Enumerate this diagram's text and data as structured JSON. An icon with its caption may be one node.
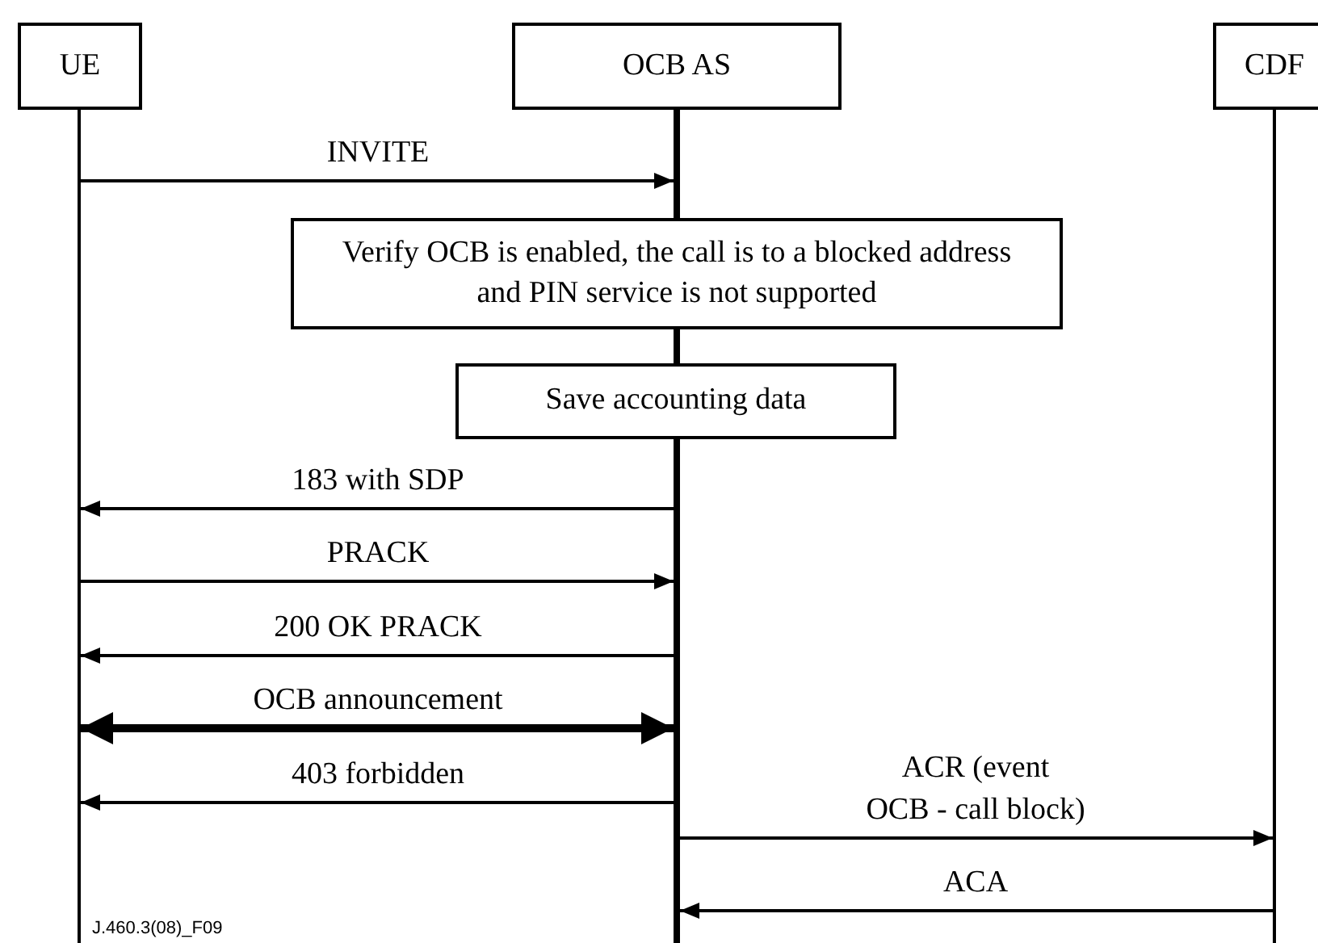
{
  "diagram": {
    "nodes": [
      {
        "text": [
          "UE"
        ]
      },
      {
        "text": [
          "OCB AS"
        ]
      },
      {
        "text": [
          "CDF"
        ]
      },
      {
        "text": [
          "Verify OCB is enabled, the call is to a blocked address and PIN service is not supported"
        ]
      },
      {
        "text": [
          "Save accounting data"
        ]
      },
      {
        "text": [],
        "shape": "line"
      },
      {
        "text": [],
        "shape": "line"
      },
      {
        "text": [],
        "shape": "line"
      },
      {
        "text": [],
        "shape": "line"
      },
      {
        "text": [],
        "shape": "line"
      }
    ],
    "edges": [
      {
        "from": 5,
        "to": 6,
        "arrow": "to",
        "label": "INVITE"
      },
      {
        "from": 8,
        "to": 5,
        "arrow": "to",
        "label": "183 with SDP"
      },
      {
        "from": 5,
        "to": 8,
        "arrow": "to",
        "label": "PRACK"
      },
      {
        "from": 8,
        "to": 5,
        "arrow": "to",
        "label": "200 OK PRACK"
      },
      {
        "from": 5,
        "to": 8,
        "arrow": "both",
        "label": "OCB announcement",
        "style": "thick"
      },
      {
        "from": 8,
        "to": 5,
        "arrow": "to",
        "label": "403 forbidden"
      },
      {
        "from": 8,
        "to": 9,
        "arrow": "to",
        "label": "ACR (event OCB - call block)"
      },
      {
        "from": 9,
        "to": 8,
        "arrow": "to",
        "label": "ACA"
      }
    ],
    "labels": [
      "J.460.3(08)_F09"
    ]
  }
}
